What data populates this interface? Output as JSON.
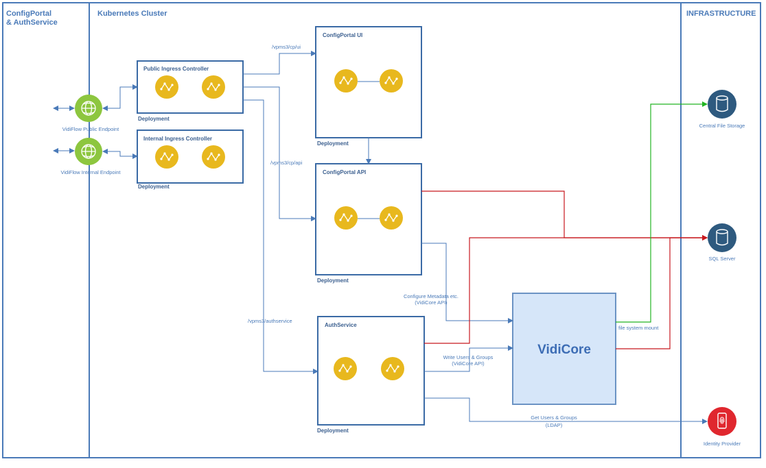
{
  "zones": {
    "config_portal": "ConfigPortal\n& AuthService",
    "kubernetes": "Kubernetes Cluster",
    "infrastructure": "INFRASTRUCTURE"
  },
  "endpoints": {
    "public": "VidiFlow Public Endpoint",
    "internal": "VidiFlow Internal Endpoint"
  },
  "boxes": {
    "public_ingress": "Public Ingress Controller",
    "internal_ingress": "Internal Ingress Controller",
    "cp_ui": "ConfigPortal UI",
    "cp_api": "ConfigPortal API",
    "auth": "AuthService",
    "deployment": "Deployment"
  },
  "routes": {
    "cp_ui": "/vpms3/cp/ui",
    "cp_api": "/vpms3/cp/api",
    "auth": "/vpms3/authservice"
  },
  "vidicore": "VidiCore",
  "edges": {
    "configure_1": "Configure Metadata etc.",
    "configure_2": "(VidiCore API)",
    "write_1": "Write Users & Groups",
    "write_2": "(VidiCore API)",
    "get_1": "Get Users & Groups",
    "get_2": "(LDAP)",
    "fs_mount": "file system mount"
  },
  "infra": {
    "central_storage": "Central File Storage",
    "sql": "SQL Server",
    "idp": "Identity Provider"
  },
  "colors": {
    "zone_border": "#4a7ab8",
    "pod": "#e8b81e",
    "endpoint": "#8dc63f",
    "db": "#2e5a7f",
    "idp": "#e0272e",
    "vidicore_fill": "#d6e6f9",
    "arrow_blue": "#4a7ab8",
    "arrow_red": "#c8181e",
    "arrow_green": "#22b422"
  }
}
